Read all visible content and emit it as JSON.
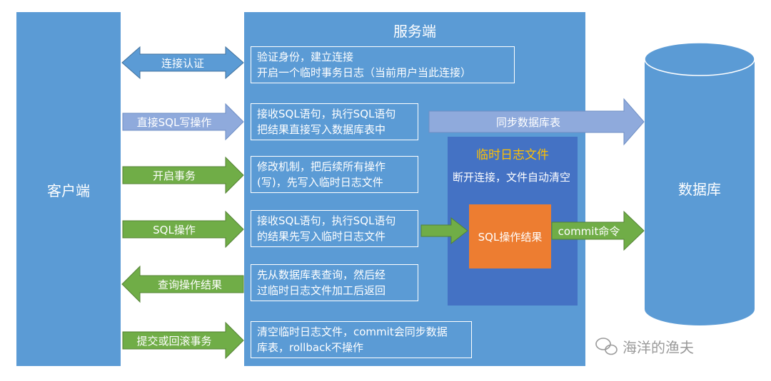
{
  "client": {
    "label": "客户端"
  },
  "server": {
    "title": "服务端",
    "boxes": [
      {
        "line1": "验证身份，建立连接",
        "line2": "开启一个临时事务日志（当前用户当此连接）"
      },
      {
        "line1": "接收SQL语句，执行SQL语句",
        "line2": "把结果直接写入数据库表中"
      },
      {
        "line1": "修改机制，把后续所有操作",
        "line2": "(写)，先写入临时日志文件"
      },
      {
        "line1": "接收SQL语句，执行SQL语句",
        "line2": "的结果先写入临时日志文件"
      },
      {
        "line1": "先从数据库表查询，然后经",
        "line2": "过临时日志文件加工后返回"
      },
      {
        "line1": "清空临时日志文件，commit会同步数据",
        "line2": "库表，rollback不操作"
      }
    ]
  },
  "arrows": {
    "connect_auth": "连接认证",
    "direct_sql_write": "直接SQL写操作",
    "start_transaction": "开启事务",
    "sql_operation": "SQL操作",
    "query_result": "查询操作结果",
    "commit_rollback": "提交或回滚事务",
    "sync_db_table": "同步数据库表",
    "commit_command": "commit命令"
  },
  "temp_log": {
    "title": "临时日志文件",
    "description": "断开连接，文件自动清空",
    "result": "SQL操作结果"
  },
  "database": {
    "label": "数据库"
  },
  "watermark": {
    "text": "海洋的渔夫"
  },
  "colors": {
    "blue": "#5b9bd5",
    "dark_blue": "#4472c4",
    "green": "#70ad47",
    "orange": "#ed7d31",
    "lavender": "#8faadc",
    "gold": "#ffc000"
  }
}
